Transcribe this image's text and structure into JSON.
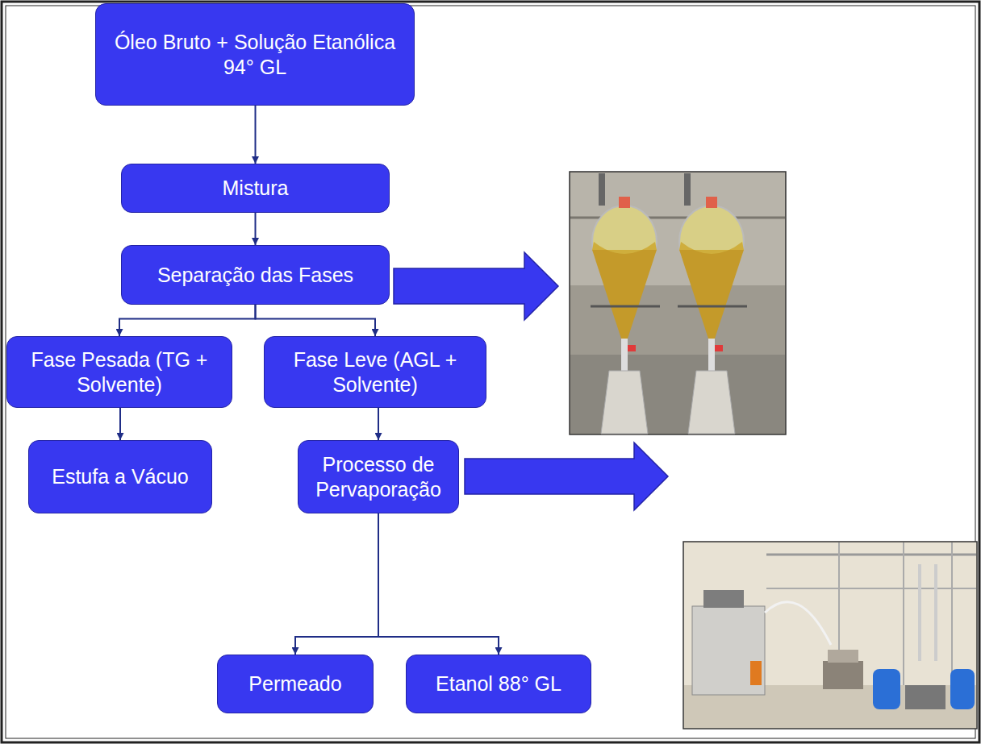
{
  "diagram": {
    "nodes": [
      {
        "text": [
          "Óleo Bruto + Solução Etanólica 94° GL"
        ]
      },
      {
        "text": [
          "Mistura"
        ]
      },
      {
        "text": [
          "Separação das Fases"
        ]
      },
      {
        "text": [
          "Fase Pesada (TG + Solvente)"
        ]
      },
      {
        "text": [
          "Fase Leve (AGL + Solvente)"
        ]
      },
      {
        "text": [
          "Estufa a Vácuo"
        ]
      },
      {
        "text": [
          "Processo de Pervaporação"
        ]
      },
      {
        "text": [
          "Permeado"
        ]
      },
      {
        "text": [
          "Etanol 88° GL"
        ]
      }
    ],
    "edges": [
      {
        "from": 0,
        "to": 1,
        "arrow": "to"
      },
      {
        "from": 1,
        "to": 2,
        "arrow": "to"
      },
      {
        "from": 2,
        "to": 3,
        "arrow": "to"
      },
      {
        "from": 2,
        "to": 4,
        "arrow": "to"
      },
      {
        "from": 3,
        "to": 5,
        "arrow": "to"
      },
      {
        "from": 4,
        "to": 6,
        "arrow": "to"
      },
      {
        "from": 6,
        "to": 7,
        "arrow": "to"
      },
      {
        "from": 6,
        "to": 8,
        "arrow": "to"
      }
    ]
  }
}
